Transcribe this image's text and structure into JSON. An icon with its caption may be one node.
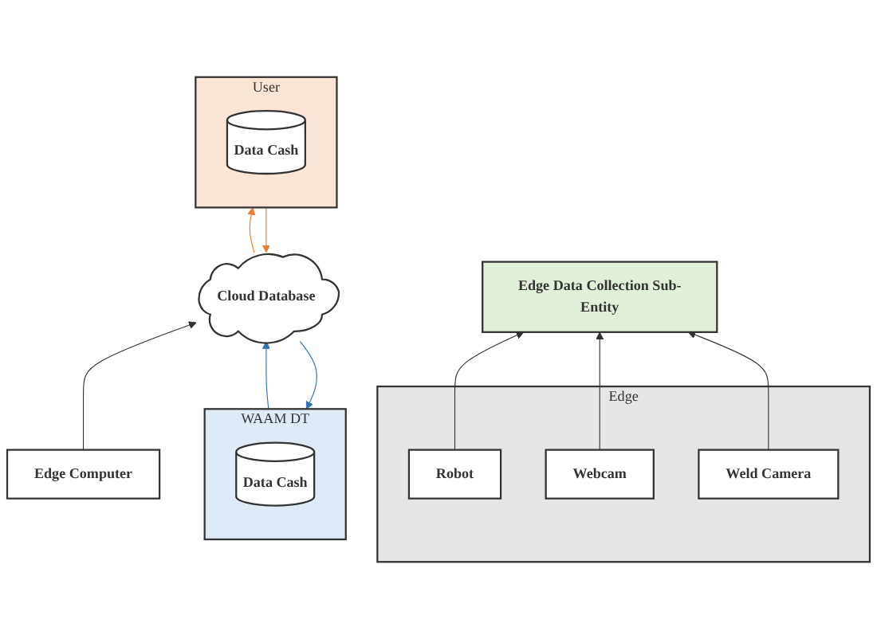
{
  "diagram": {
    "nodes": [
      {
        "text": [
          "User"
        ]
      },
      {
        "text": [
          "Data Cash"
        ],
        "in": 0
      },
      {
        "text": [
          "Cloud Database"
        ]
      },
      {
        "text": [
          "WAAM DT"
        ]
      },
      {
        "text": [
          "Data Cash"
        ],
        "in": 3
      },
      {
        "text": [
          "Edge Computer"
        ]
      },
      {
        "text": [
          "Edge Data Collection Sub-Entity"
        ]
      },
      {
        "text": [
          "Edge"
        ]
      },
      {
        "text": [
          "Robot"
        ],
        "in": 7
      },
      {
        "text": [
          "Webcam"
        ],
        "in": 7
      },
      {
        "text": [
          "Weld Camera"
        ],
        "in": 7
      }
    ],
    "edges": [
      {
        "from": 2,
        "to": 0,
        "arrow": "to",
        "color": "#ed7d31"
      },
      {
        "from": 0,
        "to": 2,
        "arrow": "to",
        "color": "#ed7d31"
      },
      {
        "from": 2,
        "to": 3,
        "arrow": "to",
        "color": "#2e75b6"
      },
      {
        "from": 3,
        "to": 2,
        "arrow": "to",
        "color": "#2e75b6"
      },
      {
        "from": 5,
        "to": 2,
        "arrow": "to"
      },
      {
        "from": 8,
        "to": 6,
        "arrow": "to"
      },
      {
        "from": 9,
        "to": 6,
        "arrow": "to"
      },
      {
        "from": 10,
        "to": 6,
        "arrow": "to"
      }
    ]
  }
}
